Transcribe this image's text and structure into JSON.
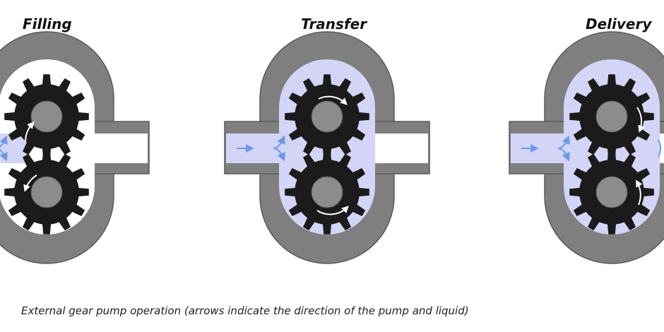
{
  "stages": [
    {
      "title": "Filling"
    },
    {
      "title": "Transfer"
    },
    {
      "title": "Delivery"
    }
  ],
  "caption": "External gear pump operation (arrows indicate the direction of the pump and liquid)",
  "colors": {
    "housing": "#7f7f7f",
    "housing_edge": "#5a5a5a",
    "liquid": "#d4d4f7",
    "gear": "#1b1b1b",
    "hub": "#8c8c8c",
    "arrow_liquid": "#6a9ae8",
    "arrow_rotation": "#ffffff"
  },
  "icons": [
    "gear-icon",
    "rotation-arrow-icon",
    "flow-arrow-icon"
  ]
}
